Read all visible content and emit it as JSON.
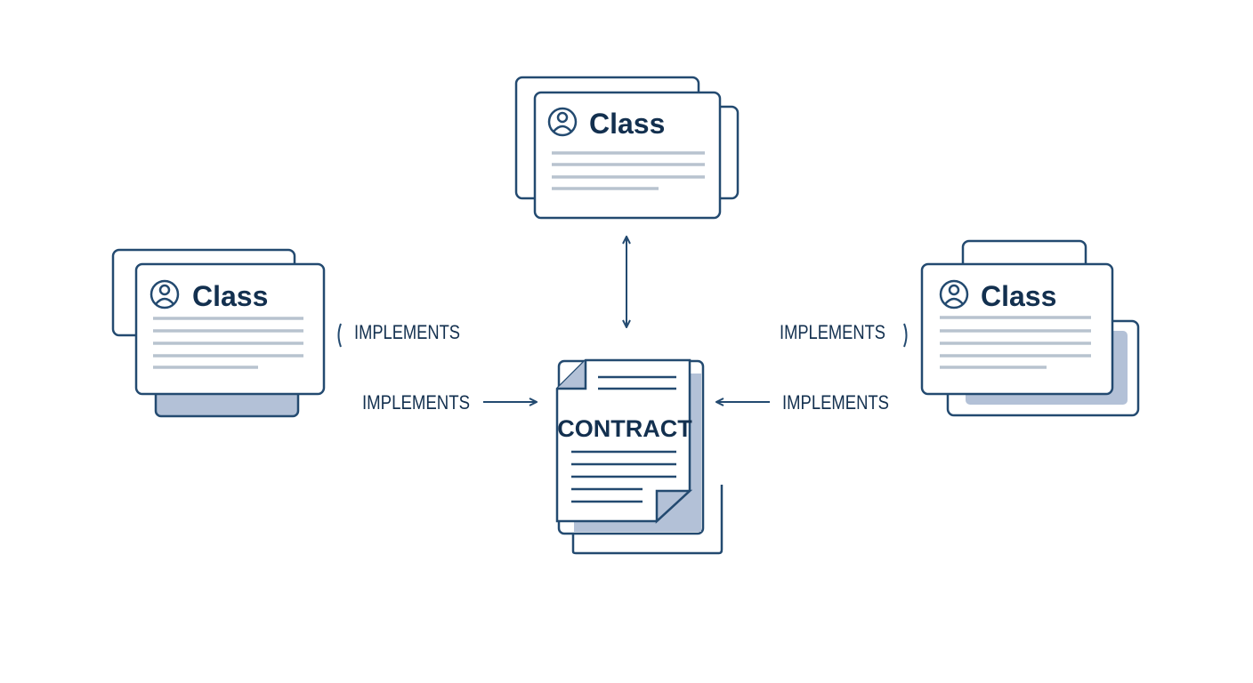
{
  "diagram": {
    "class_cards": [
      {
        "title": "Class"
      },
      {
        "title": "Class"
      },
      {
        "title": "Class"
      }
    ],
    "contract": {
      "title": "CONTRACT"
    },
    "labels": [
      "IMPLEMENTS",
      "IMPLEMENTS",
      "IMPLEMENTS",
      "IMPLEMENTS"
    ],
    "colors": {
      "stroke": "#234a70",
      "text": "#13304f",
      "fill": "#b3c1d7",
      "lines": "#b8c3cf"
    }
  }
}
